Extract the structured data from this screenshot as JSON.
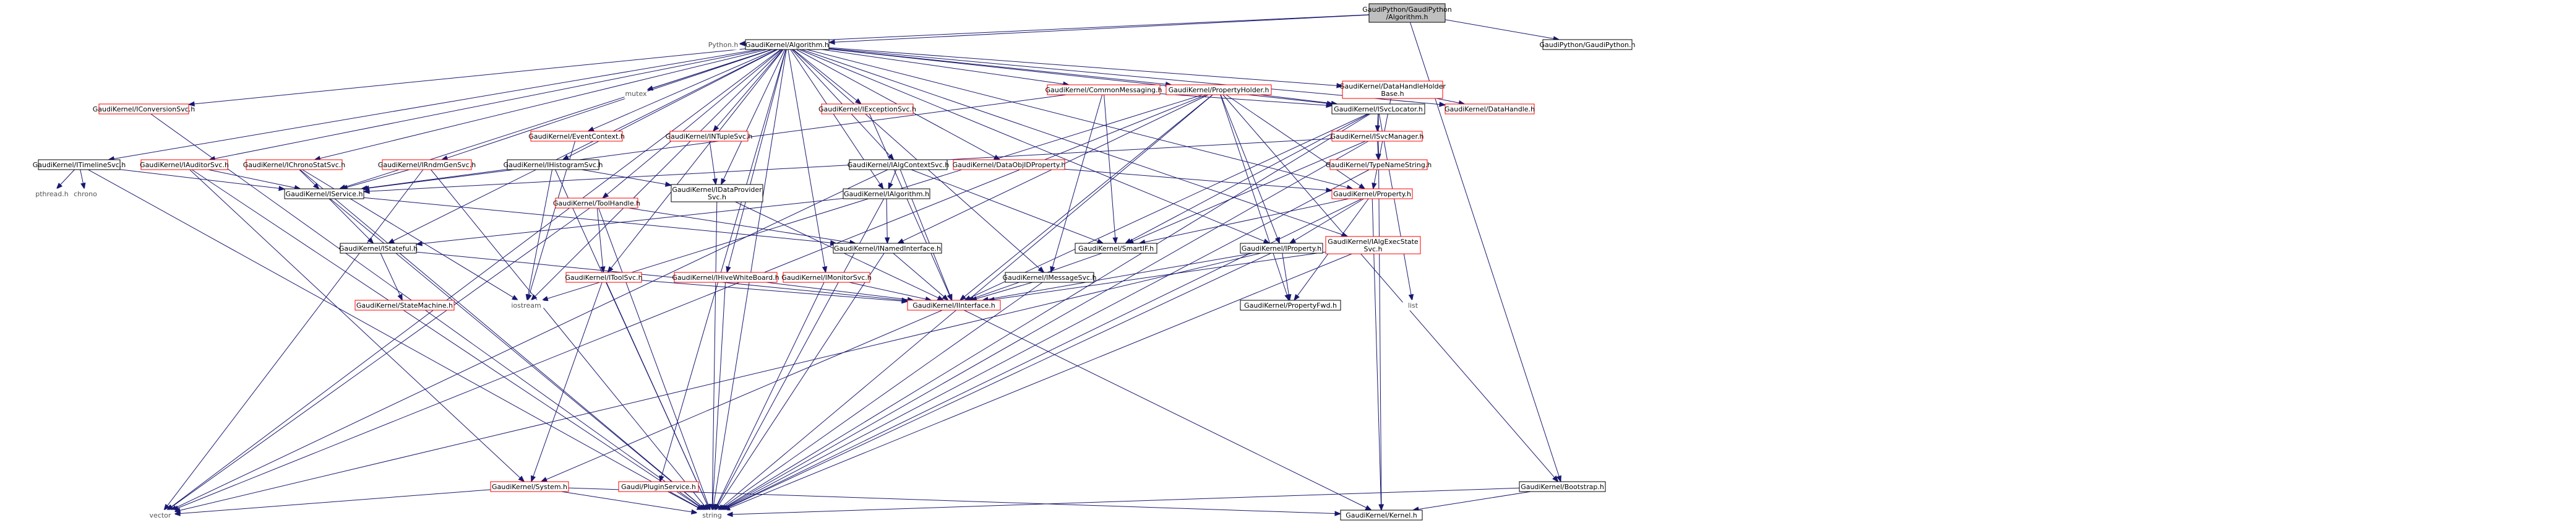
{
  "diagram": {
    "nodes": [
      {
        "id": "root",
        "lines": [
          "GaudiPython/GaudiPython",
          "/Algorithm.h"
        ],
        "style": "root"
      },
      {
        "id": "python",
        "lines": [
          "Python.h"
        ],
        "style": "gray"
      },
      {
        "id": "algorithm",
        "lines": [
          "GaudiKernel/Algorithm.h"
        ],
        "style": "black"
      },
      {
        "id": "gaudipython",
        "lines": [
          "GaudiPython/GaudiPython.h"
        ],
        "style": "black"
      },
      {
        "id": "mutex",
        "lines": [
          "mutex"
        ],
        "style": "gray"
      },
      {
        "id": "commonmsg",
        "lines": [
          "GaudiKernel/CommonMessaging.h"
        ],
        "style": "red"
      },
      {
        "id": "propholder",
        "lines": [
          "GaudiKernel/PropertyHolder.h"
        ],
        "style": "red"
      },
      {
        "id": "dhholder",
        "lines": [
          "GaudiKernel/DataHandleHolder",
          "Base.h"
        ],
        "style": "red"
      },
      {
        "id": "convsvc",
        "lines": [
          "GaudiKernel/IConversionSvc.h"
        ],
        "style": "red"
      },
      {
        "id": "exceptionsvc",
        "lines": [
          "GaudiKernel/IExceptionSvc.h"
        ],
        "style": "red"
      },
      {
        "id": "svclocator",
        "lines": [
          "GaudiKernel/ISvcLocator.h"
        ],
        "style": "black"
      },
      {
        "id": "datahandle",
        "lines": [
          "GaudiKernel/DataHandle.h"
        ],
        "style": "red"
      },
      {
        "id": "eventcontext",
        "lines": [
          "GaudiKernel/EventContext.h"
        ],
        "style": "red"
      },
      {
        "id": "ntuplesvc",
        "lines": [
          "GaudiKernel/INTupleSvc.h"
        ],
        "style": "red"
      },
      {
        "id": "svcmanager",
        "lines": [
          "GaudiKernel/ISvcManager.h"
        ],
        "style": "red"
      },
      {
        "id": "timelinesvc",
        "lines": [
          "GaudiKernel/ITimelineSvc.h"
        ],
        "style": "black"
      },
      {
        "id": "auditorsvc",
        "lines": [
          "GaudiKernel/IAuditorSvc.h"
        ],
        "style": "red"
      },
      {
        "id": "chronostatsvc",
        "lines": [
          "GaudiKernel/IChronoStatSvc.h"
        ],
        "style": "red"
      },
      {
        "id": "rndmgensvc",
        "lines": [
          "GaudiKernel/IRndmGenSvc.h"
        ],
        "style": "red"
      },
      {
        "id": "histogramsvc",
        "lines": [
          "GaudiKernel/IHistogramSvc.h"
        ],
        "style": "black"
      },
      {
        "id": "algcontextsvc",
        "lines": [
          "GaudiKernel/IAlgContextSvc.h"
        ],
        "style": "black"
      },
      {
        "id": "dataobjid",
        "lines": [
          "GaudiKernel/DataObjIDProperty.h"
        ],
        "style": "red"
      },
      {
        "id": "typenamestring",
        "lines": [
          "GaudiKernel/TypeNameString.h"
        ],
        "style": "red"
      },
      {
        "id": "pthread",
        "lines": [
          "pthread.h"
        ],
        "style": "gray"
      },
      {
        "id": "chrono",
        "lines": [
          "chrono"
        ],
        "style": "gray"
      },
      {
        "id": "iservice",
        "lines": [
          "GaudiKernel/IService.h"
        ],
        "style": "black"
      },
      {
        "id": "dataprovidersvc",
        "lines": [
          "GaudiKernel/IDataProvider",
          "Svc.h"
        ],
        "style": "black"
      },
      {
        "id": "ialgorithm",
        "lines": [
          "GaudiKernel/IAlgorithm.h"
        ],
        "style": "black"
      },
      {
        "id": "property",
        "lines": [
          "GaudiKernel/Property.h"
        ],
        "style": "red"
      },
      {
        "id": "toolhandle",
        "lines": [
          "GaudiKernel/ToolHandle.h"
        ],
        "style": "red"
      },
      {
        "id": "istateful",
        "lines": [
          "GaudiKernel/IStateful.h"
        ],
        "style": "black"
      },
      {
        "id": "inamedinterface",
        "lines": [
          "GaudiKernel/INamedInterface.h"
        ],
        "style": "black"
      },
      {
        "id": "smartif",
        "lines": [
          "GaudiKernel/SmartIF.h"
        ],
        "style": "black"
      },
      {
        "id": "iproperty",
        "lines": [
          "GaudiKernel/IProperty.h"
        ],
        "style": "black"
      },
      {
        "id": "algexecstate",
        "lines": [
          "GaudiKernel/IAlgExecState",
          "Svc.h"
        ],
        "style": "red"
      },
      {
        "id": "toolsvc",
        "lines": [
          "GaudiKernel/IToolSvc.h"
        ],
        "style": "red"
      },
      {
        "id": "hivewhiteboard",
        "lines": [
          "GaudiKernel/IHiveWhiteBoard.h"
        ],
        "style": "red"
      },
      {
        "id": "monitorsvc",
        "lines": [
          "GaudiKernel/IMonitorSvc.h"
        ],
        "style": "red"
      },
      {
        "id": "imessagesvc",
        "lines": [
          "GaudiKernel/IMessageSvc.h"
        ],
        "style": "black"
      },
      {
        "id": "statemachine",
        "lines": [
          "GaudiKernel/StateMachine.h"
        ],
        "style": "red"
      },
      {
        "id": "iostream",
        "lines": [
          "iostream"
        ],
        "style": "gray"
      },
      {
        "id": "iinterface",
        "lines": [
          "GaudiKernel/IInterface.h"
        ],
        "style": "red"
      },
      {
        "id": "propertyfwd",
        "lines": [
          "GaudiKernel/PropertyFwd.h"
        ],
        "style": "black"
      },
      {
        "id": "list",
        "lines": [
          "list"
        ],
        "style": "gray"
      },
      {
        "id": "bootstrap",
        "lines": [
          "GaudiKernel/Bootstrap.h"
        ],
        "style": "black"
      },
      {
        "id": "system",
        "lines": [
          "GaudiKernel/System.h"
        ],
        "style": "red"
      },
      {
        "id": "pluginservice",
        "lines": [
          "Gaudi/PluginService.h"
        ],
        "style": "red"
      },
      {
        "id": "vector",
        "lines": [
          "vector"
        ],
        "style": "gray"
      },
      {
        "id": "string",
        "lines": [
          "string"
        ],
        "style": "gray"
      },
      {
        "id": "kernel",
        "lines": [
          "GaudiKernel/Kernel.h"
        ],
        "style": "black"
      }
    ],
    "edges": [
      [
        "root",
        "python"
      ],
      [
        "root",
        "algorithm"
      ],
      [
        "root",
        "gaudipython"
      ],
      [
        "root",
        "bootstrap"
      ],
      [
        "algorithm",
        "mutex"
      ],
      [
        "algorithm",
        "commonmsg"
      ],
      [
        "algorithm",
        "propholder"
      ],
      [
        "algorithm",
        "dhholder"
      ],
      [
        "algorithm",
        "convsvc"
      ],
      [
        "algorithm",
        "exceptionsvc"
      ],
      [
        "algorithm",
        "svclocator"
      ],
      [
        "algorithm",
        "datahandle"
      ],
      [
        "algorithm",
        "eventcontext"
      ],
      [
        "algorithm",
        "ntuplesvc"
      ],
      [
        "algorithm",
        "timelinesvc"
      ],
      [
        "algorithm",
        "auditorsvc"
      ],
      [
        "algorithm",
        "chronostatsvc"
      ],
      [
        "algorithm",
        "rndmgensvc"
      ],
      [
        "algorithm",
        "histogramsvc"
      ],
      [
        "algorithm",
        "algcontextsvc"
      ],
      [
        "algorithm",
        "dataobjid"
      ],
      [
        "algorithm",
        "iservice"
      ],
      [
        "algorithm",
        "dataprovidersvc"
      ],
      [
        "algorithm",
        "ialgorithm"
      ],
      [
        "algorithm",
        "property"
      ],
      [
        "algorithm",
        "toolhandle"
      ],
      [
        "algorithm",
        "istateful"
      ],
      [
        "algorithm",
        "iproperty"
      ],
      [
        "algorithm",
        "algexecstate"
      ],
      [
        "algorithm",
        "toolsvc"
      ],
      [
        "algorithm",
        "hivewhiteboard"
      ],
      [
        "algorithm",
        "monitorsvc"
      ],
      [
        "algorithm",
        "imessagesvc"
      ],
      [
        "algorithm",
        "pluginservice"
      ],
      [
        "algorithm",
        "iostream"
      ],
      [
        "algorithm",
        "vector"
      ],
      [
        "algorithm",
        "string"
      ],
      [
        "commonmsg",
        "svclocator"
      ],
      [
        "commonmsg",
        "imessagesvc"
      ],
      [
        "commonmsg",
        "smartif"
      ],
      [
        "commonmsg",
        "iservice"
      ],
      [
        "propholder",
        "svclocator"
      ],
      [
        "propholder",
        "property"
      ],
      [
        "propholder",
        "iproperty"
      ],
      [
        "propholder",
        "inamedinterface"
      ],
      [
        "propholder",
        "iinterface"
      ],
      [
        "propholder",
        "propertyfwd"
      ],
      [
        "propholder",
        "string"
      ],
      [
        "propholder",
        "vector"
      ],
      [
        "propholder",
        "bootstrap"
      ],
      [
        "propholder",
        "iostream"
      ],
      [
        "dhholder",
        "datahandle"
      ],
      [
        "dhholder",
        "property"
      ],
      [
        "convsvc",
        "string"
      ],
      [
        "exceptionsvc",
        "iinterface"
      ],
      [
        "svclocator",
        "svcmanager"
      ],
      [
        "svclocator",
        "typenamestring"
      ],
      [
        "svclocator",
        "smartif"
      ],
      [
        "svclocator",
        "iinterface"
      ],
      [
        "svclocator",
        "list"
      ],
      [
        "svclocator",
        "string"
      ],
      [
        "eventcontext",
        "iostream"
      ],
      [
        "ntuplesvc",
        "dataprovidersvc"
      ],
      [
        "svcmanager",
        "typenamestring"
      ],
      [
        "svcmanager",
        "smartif"
      ],
      [
        "svcmanager",
        "iservice"
      ],
      [
        "svcmanager",
        "string"
      ],
      [
        "timelinesvc",
        "iservice"
      ],
      [
        "timelinesvc",
        "pthread"
      ],
      [
        "timelinesvc",
        "chrono"
      ],
      [
        "timelinesvc",
        "string"
      ],
      [
        "auditorsvc",
        "iservice"
      ],
      [
        "auditorsvc",
        "system"
      ],
      [
        "auditorsvc",
        "string"
      ],
      [
        "chronostatsvc",
        "iservice"
      ],
      [
        "chronostatsvc",
        "string"
      ],
      [
        "chronostatsvc",
        "iostream"
      ],
      [
        "rndmgensvc",
        "iservice"
      ],
      [
        "rndmgensvc",
        "vector"
      ],
      [
        "rndmgensvc",
        "string"
      ],
      [
        "histogramsvc",
        "iservice"
      ],
      [
        "histogramsvc",
        "dataprovidersvc"
      ],
      [
        "histogramsvc",
        "iostream"
      ],
      [
        "histogramsvc",
        "string"
      ],
      [
        "algcontextsvc",
        "ialgorithm"
      ],
      [
        "algcontextsvc",
        "iinterface"
      ],
      [
        "algcontextsvc",
        "vector"
      ],
      [
        "algcontextsvc",
        "smartif"
      ],
      [
        "dataobjid",
        "property"
      ],
      [
        "typenamestring",
        "string"
      ],
      [
        "typenamestring",
        "kernel"
      ],
      [
        "iservice",
        "istateful"
      ],
      [
        "iservice",
        "string"
      ],
      [
        "iservice",
        "inamedinterface"
      ],
      [
        "dataprovidersvc",
        "iinterface"
      ],
      [
        "dataprovidersvc",
        "string"
      ],
      [
        "ialgorithm",
        "inamedinterface"
      ],
      [
        "ialgorithm",
        "istateful"
      ],
      [
        "ialgorithm",
        "string"
      ],
      [
        "property",
        "smartif"
      ],
      [
        "property",
        "iproperty"
      ],
      [
        "property",
        "propertyfwd"
      ],
      [
        "property",
        "string"
      ],
      [
        "property",
        "kernel"
      ],
      [
        "toolhandle",
        "toolsvc"
      ],
      [
        "toolhandle",
        "inamedinterface"
      ],
      [
        "toolhandle",
        "string"
      ],
      [
        "toolhandle",
        "vector"
      ],
      [
        "istateful",
        "iinterface"
      ],
      [
        "istateful",
        "statemachine"
      ],
      [
        "inamedinterface",
        "iinterface"
      ],
      [
        "inamedinterface",
        "string"
      ],
      [
        "smartif",
        "iinterface"
      ],
      [
        "iproperty",
        "iinterface"
      ],
      [
        "iproperty",
        "propertyfwd"
      ],
      [
        "iproperty",
        "string"
      ],
      [
        "iproperty",
        "vector"
      ],
      [
        "algexecstate",
        "iinterface"
      ],
      [
        "algexecstate",
        "string"
      ],
      [
        "toolsvc",
        "iinterface"
      ],
      [
        "toolsvc",
        "system"
      ],
      [
        "toolsvc",
        "string"
      ],
      [
        "hivewhiteboard",
        "iinterface"
      ],
      [
        "hivewhiteboard",
        "string"
      ],
      [
        "monitorsvc",
        "iinterface"
      ],
      [
        "monitorsvc",
        "string"
      ],
      [
        "imessagesvc",
        "iinterface"
      ],
      [
        "imessagesvc",
        "string"
      ],
      [
        "iinterface",
        "system"
      ],
      [
        "iinterface",
        "kernel"
      ],
      [
        "bootstrap",
        "kernel"
      ],
      [
        "bootstrap",
        "string"
      ],
      [
        "system",
        "kernel"
      ],
      [
        "system",
        "string"
      ],
      [
        "system",
        "vector"
      ],
      [
        "pluginservice",
        "string"
      ]
    ]
  }
}
